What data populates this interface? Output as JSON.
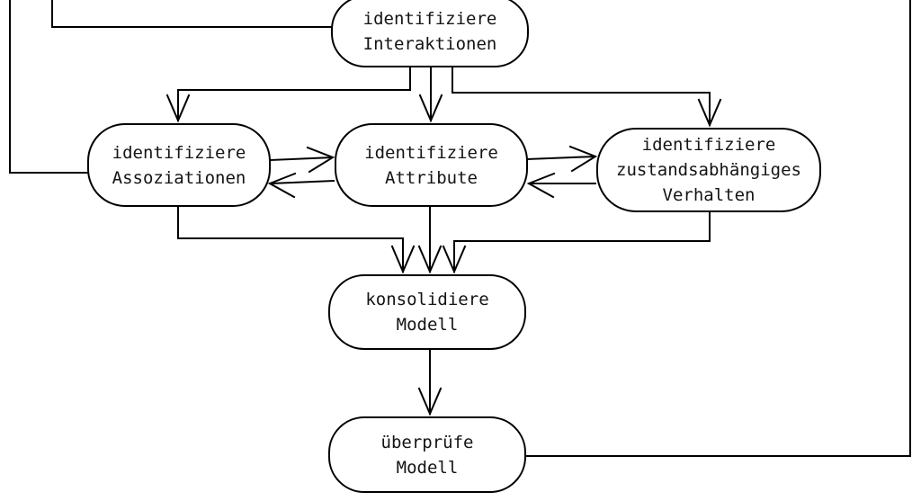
{
  "diagram_type": "flowchart",
  "language": "de",
  "colors": {
    "background": "#ffffff",
    "stroke": "#000000",
    "text": "#141414"
  },
  "nodes": {
    "interaktionen": {
      "lines": [
        "identifiziere",
        "Interaktionen"
      ]
    },
    "assoziationen": {
      "lines": [
        "identifiziere",
        "Assoziationen"
      ]
    },
    "attribute": {
      "lines": [
        "identifiziere",
        "Attribute"
      ]
    },
    "verhalten": {
      "lines": [
        "identifiziere",
        "zustandsabhängiges",
        "Verhalten"
      ]
    },
    "konsolidiere": {
      "lines": [
        "konsolidiere",
        "Modell"
      ]
    },
    "ueberpruefe": {
      "lines": [
        "überprüfe",
        "Modell"
      ]
    }
  },
  "edges": [
    {
      "from": "offscreen-top-left",
      "to": "identifiziere-assoziationen",
      "arrowhead": false
    },
    {
      "from": "offscreen-top-left",
      "to": "identifiziere-interaktionen",
      "arrowhead": false
    },
    {
      "from": "identifiziere-interaktionen",
      "to": "identifiziere-assoziationen",
      "arrowhead": true
    },
    {
      "from": "identifiziere-interaktionen",
      "to": "identifiziere-attribute",
      "arrowhead": true
    },
    {
      "from": "identifiziere-interaktionen",
      "to": "identifiziere-zustandsabhaengiges-verhalten",
      "arrowhead": true
    },
    {
      "from": "identifiziere-assoziationen",
      "to": "identifiziere-attribute",
      "arrowhead": true
    },
    {
      "from": "identifiziere-attribute",
      "to": "identifiziere-assoziationen",
      "arrowhead": true
    },
    {
      "from": "identifiziere-attribute",
      "to": "identifiziere-zustandsabhaengiges-verhalten",
      "arrowhead": true
    },
    {
      "from": "identifiziere-zustandsabhaengiges-verhalten",
      "to": "identifiziere-attribute",
      "arrowhead": true
    },
    {
      "from": "identifiziere-assoziationen",
      "to": "konsolidiere-modell",
      "arrowhead": true
    },
    {
      "from": "identifiziere-attribute",
      "to": "konsolidiere-modell",
      "arrowhead": true
    },
    {
      "from": "identifiziere-zustandsabhaengiges-verhalten",
      "to": "konsolidiere-modell",
      "arrowhead": true
    },
    {
      "from": "konsolidiere-modell",
      "to": "ueberpruefe-modell",
      "arrowhead": true
    },
    {
      "from": "ueberpruefe-modell",
      "to": "offscreen-top-right",
      "arrowhead": false
    }
  ]
}
